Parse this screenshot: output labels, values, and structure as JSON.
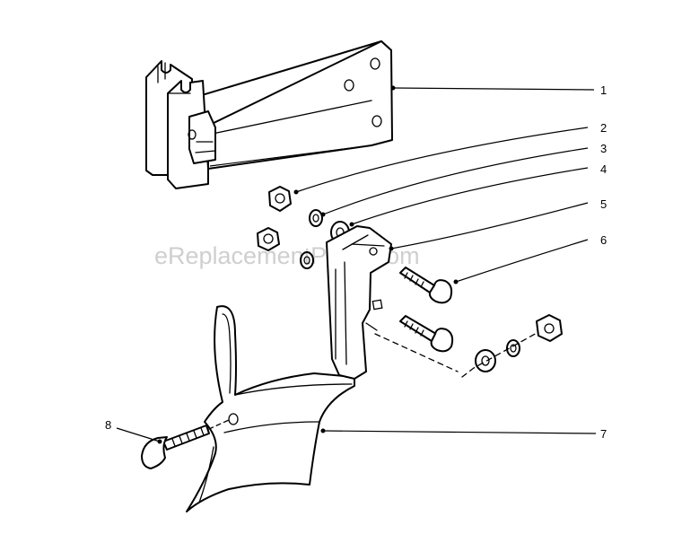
{
  "watermark": "eReplacementParts.com",
  "callouts": [
    {
      "id": "1",
      "text": "1"
    },
    {
      "id": "2",
      "text": "2"
    },
    {
      "id": "3",
      "text": "3"
    },
    {
      "id": "4",
      "text": "4"
    },
    {
      "id": "5",
      "text": "5"
    },
    {
      "id": "6",
      "text": "6"
    },
    {
      "id": "7",
      "text": "7"
    },
    {
      "id": "8",
      "text": "8"
    }
  ]
}
